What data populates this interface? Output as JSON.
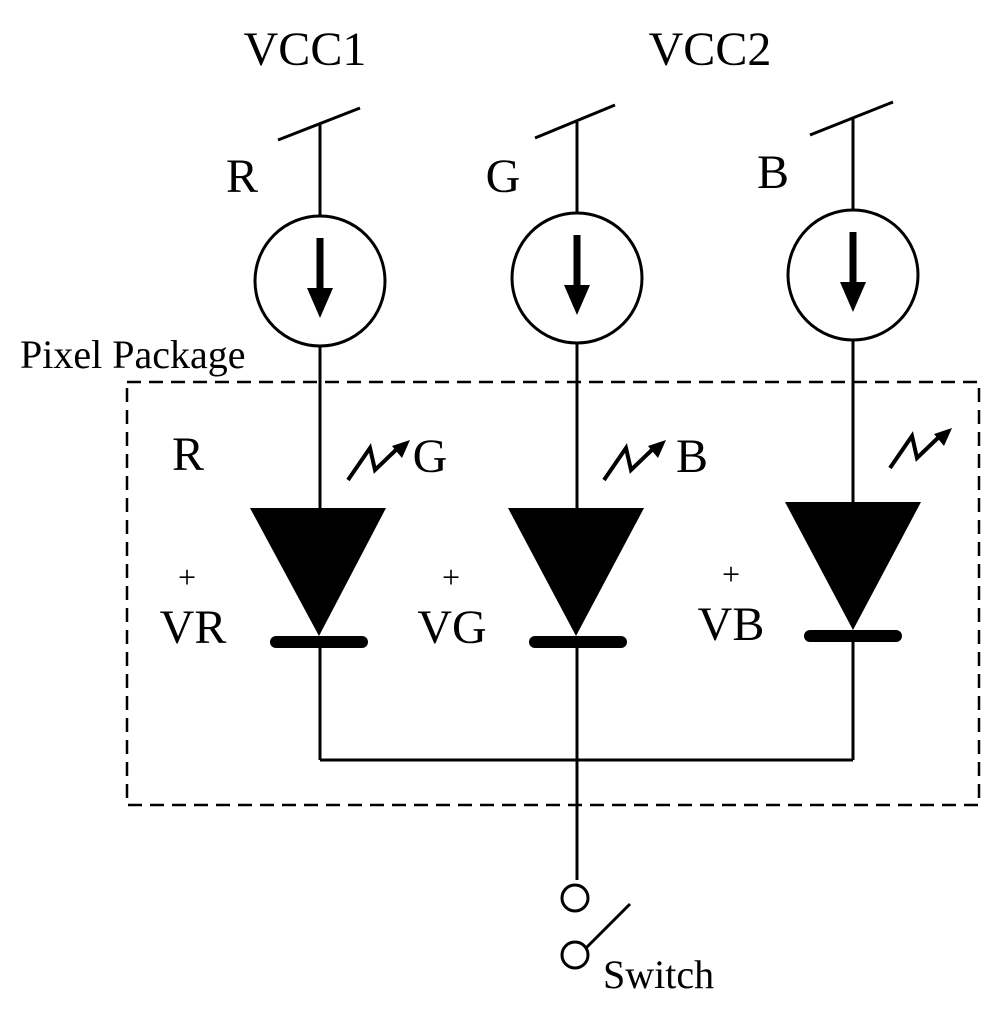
{
  "supplies": {
    "vcc1": "VCC1",
    "vcc2": "VCC2"
  },
  "current_sources": [
    {
      "label": "R"
    },
    {
      "label": "G"
    },
    {
      "label": "B"
    }
  ],
  "package": {
    "label": "Pixel Package"
  },
  "emission_labels": [
    "R",
    "G",
    "B"
  ],
  "leds": [
    {
      "plus": "+",
      "voltage": "VR"
    },
    {
      "plus": "+",
      "voltage": "VG"
    },
    {
      "plus": "+",
      "voltage": "VB"
    }
  ],
  "switch": {
    "label": "Switch"
  },
  "colors": {
    "ink": "#000000",
    "background": "#ffffff"
  }
}
